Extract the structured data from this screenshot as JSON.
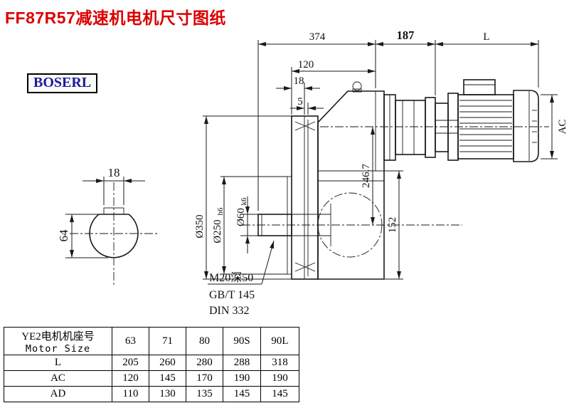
{
  "page": {
    "title": "FF87R57减速机电机尺寸图纸",
    "brand": "BOSERL"
  },
  "drawing": {
    "dim374": "374",
    "dim187": "187",
    "dimL": "L",
    "dim120": "120",
    "dim18": "18",
    "dim5": "5",
    "dimAC": "AC",
    "dim2467": "246.7",
    "dim152": "152",
    "dia350": "Ø350",
    "dia250": "Ø250",
    "dia250tol": "h6",
    "dia60": "Ø60",
    "dia60tol": "k6",
    "key18": "18",
    "key64": "64",
    "noteM20": "M20深50",
    "noteGBT": "GB/T 145",
    "noteDIN": "DIN 332"
  },
  "table": {
    "header": {
      "line1": "YE2电机机座号",
      "line2": "Motor Size"
    },
    "sizes": [
      "63",
      "71",
      "80",
      "90S",
      "90L"
    ],
    "rows": [
      {
        "label": "L",
        "values": [
          "205",
          "260",
          "280",
          "288",
          "318"
        ]
      },
      {
        "label": "AC",
        "values": [
          "120",
          "145",
          "170",
          "190",
          "190"
        ]
      },
      {
        "label": "AD",
        "values": [
          "110",
          "130",
          "135",
          "145",
          "145"
        ]
      }
    ]
  }
}
